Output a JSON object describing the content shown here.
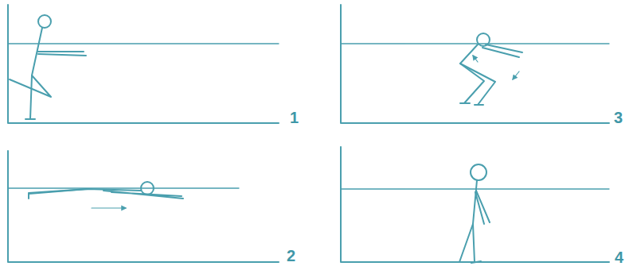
{
  "diagram": {
    "labels": [
      "1",
      "3",
      "2",
      "4"
    ]
  }
}
